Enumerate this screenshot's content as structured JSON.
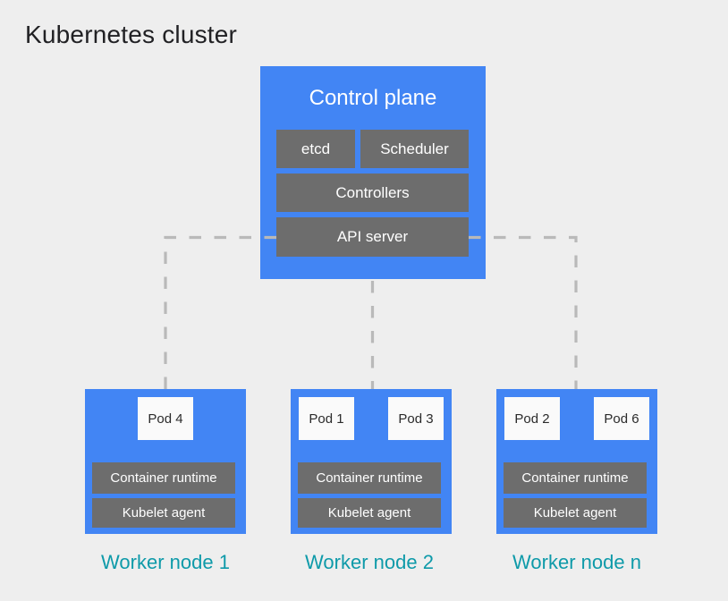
{
  "title": "Kubernetes cluster",
  "control_plane": {
    "label": "Control plane",
    "components": [
      "etcd",
      "Scheduler",
      "Controllers",
      "API server"
    ]
  },
  "worker_nodes": [
    {
      "label": "Worker node 1",
      "pods": [
        "Pod 4"
      ],
      "runtime": "Container runtime",
      "kubelet": "Kubelet agent"
    },
    {
      "label": "Worker node 2",
      "pods": [
        "Pod 1",
        "Pod 3"
      ],
      "runtime": "Container runtime",
      "kubelet": "Kubelet agent"
    },
    {
      "label": "Worker node n",
      "pods": [
        "Pod 2",
        "Pod 6"
      ],
      "runtime": "Container runtime",
      "kubelet": "Kubelet agent"
    }
  ],
  "colors": {
    "background": "#eeeeee",
    "node_blue": "#4285f4",
    "component_gray": "#6d6d6d",
    "pod_background": "#fafafa",
    "worker_label_teal": "#0e9aa9",
    "connector_dash_gray": "#b9b9b9",
    "title_text": "#212124",
    "component_text": "#ffffff",
    "pod_text": "#2b2b2b"
  }
}
